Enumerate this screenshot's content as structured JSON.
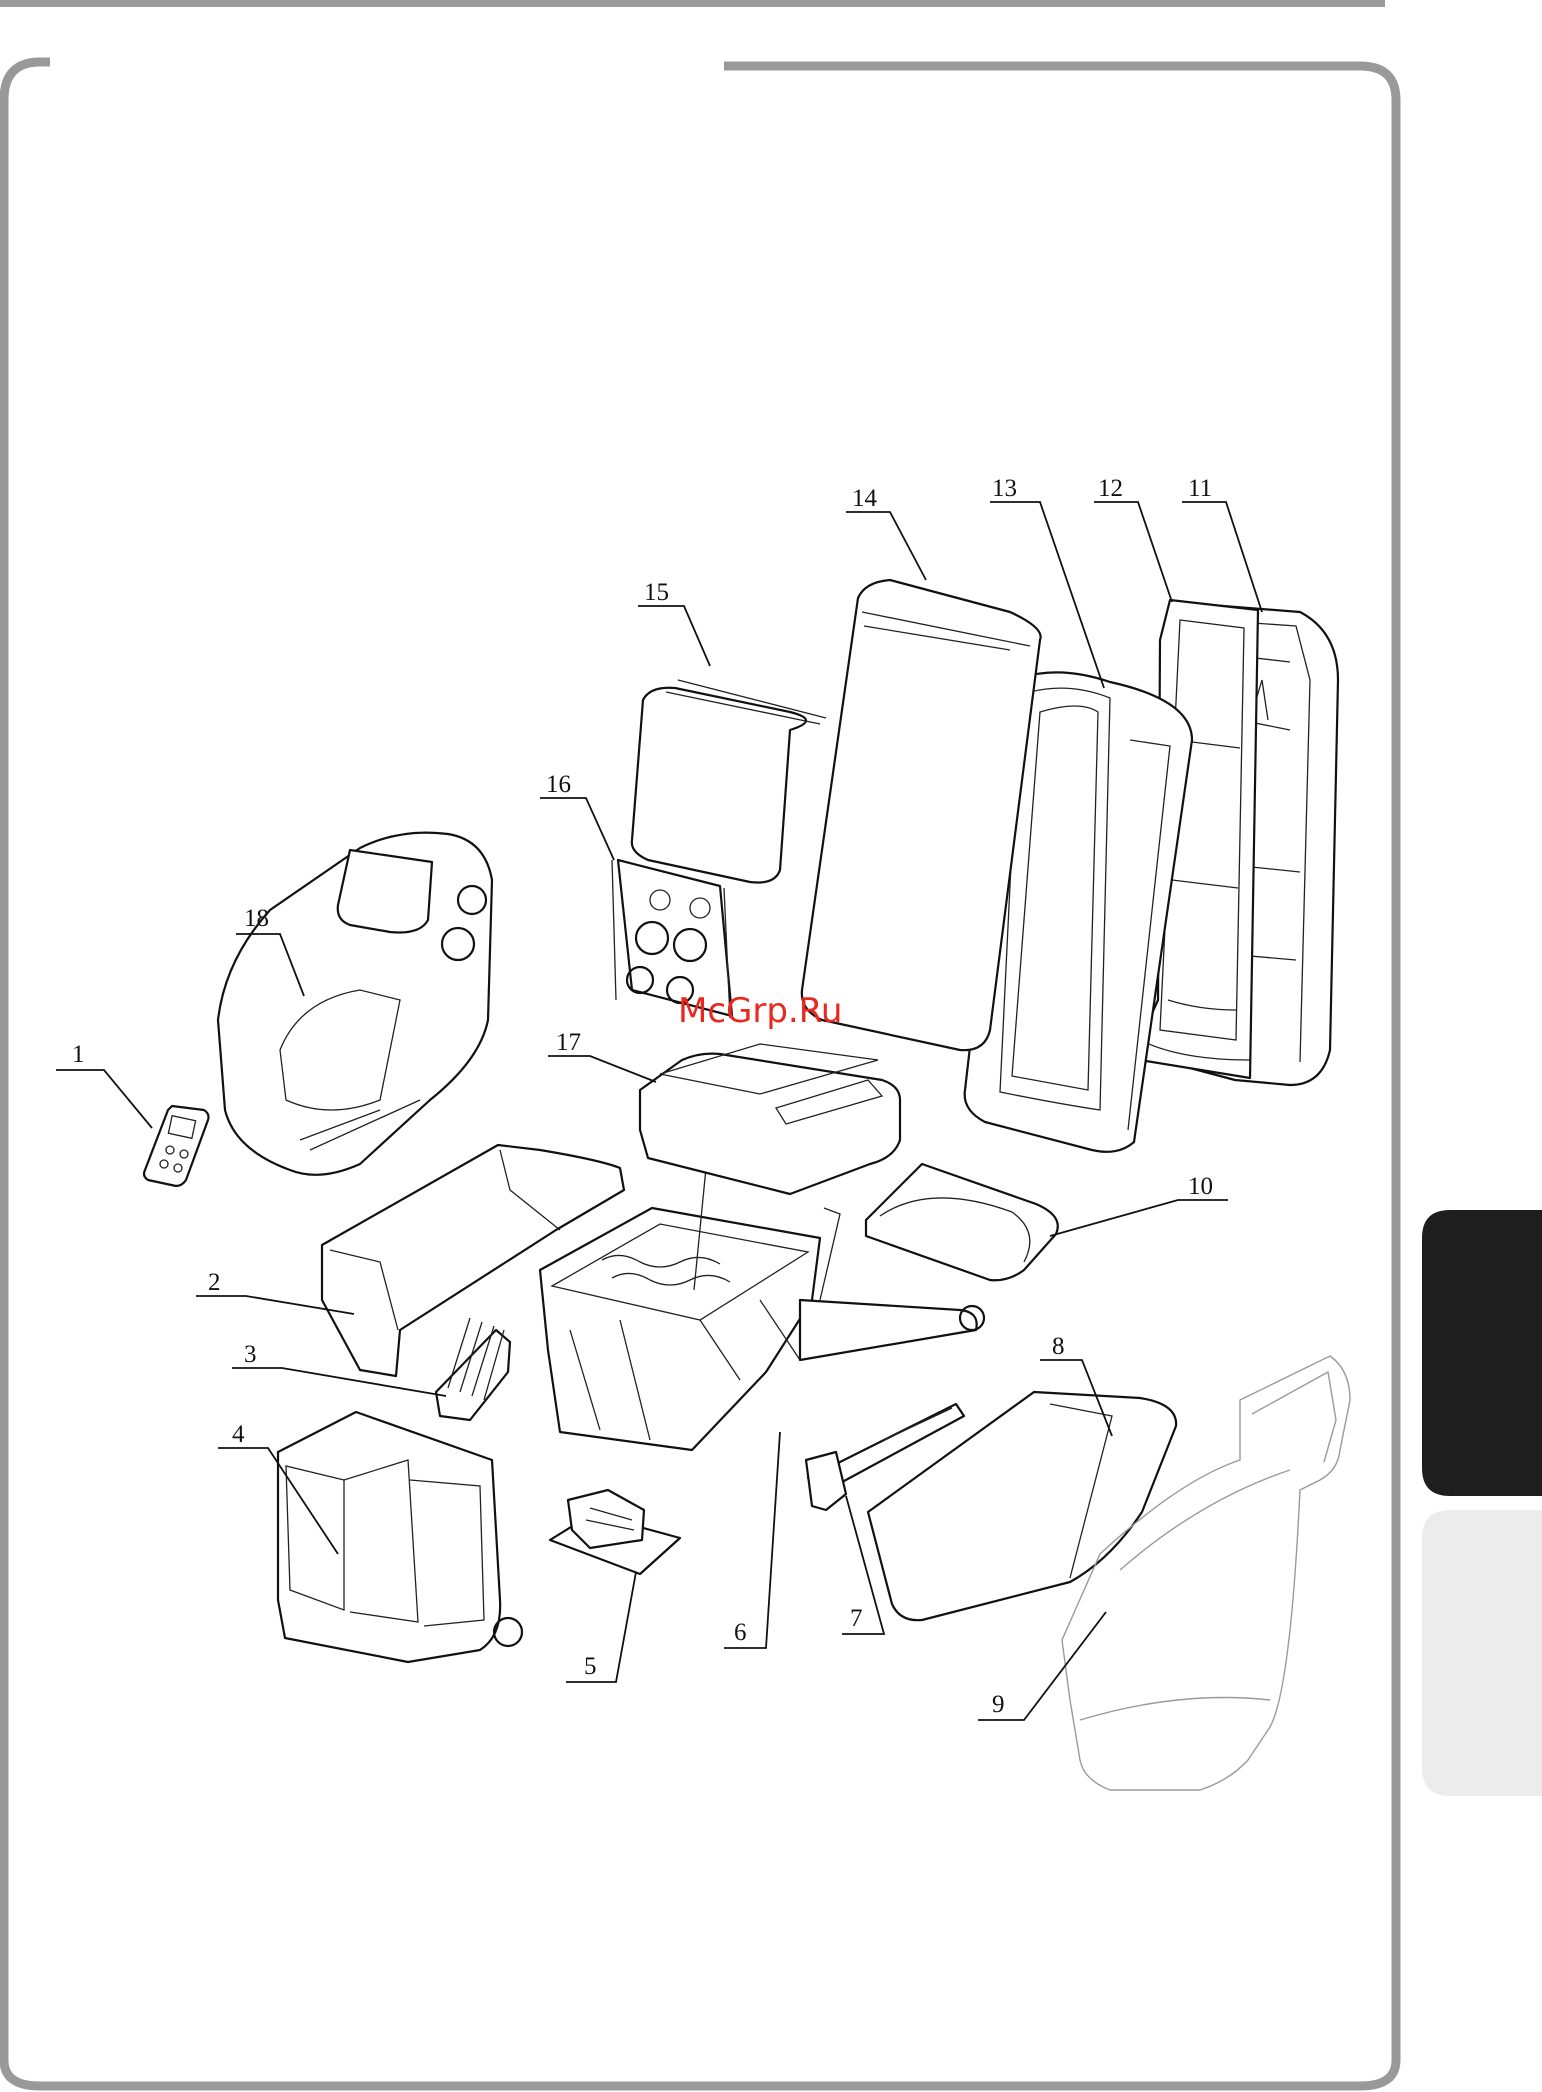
{
  "watermark": "McGrp.Ru",
  "tabs": {
    "active_color": "#1e1e1e",
    "inactive_color": "#ececec"
  },
  "frame_color": "#999999",
  "callouts": [
    {
      "id": "1",
      "label": "1"
    },
    {
      "id": "2",
      "label": "2"
    },
    {
      "id": "3",
      "label": "3"
    },
    {
      "id": "4",
      "label": "4"
    },
    {
      "id": "5",
      "label": "5"
    },
    {
      "id": "6",
      "label": "6"
    },
    {
      "id": "7",
      "label": "7"
    },
    {
      "id": "8",
      "label": "8"
    },
    {
      "id": "9",
      "label": "9"
    },
    {
      "id": "10",
      "label": "10"
    },
    {
      "id": "11",
      "label": "11"
    },
    {
      "id": "12",
      "label": "12"
    },
    {
      "id": "13",
      "label": "13"
    },
    {
      "id": "14",
      "label": "14"
    },
    {
      "id": "15",
      "label": "15"
    },
    {
      "id": "16",
      "label": "16"
    },
    {
      "id": "17",
      "label": "17"
    },
    {
      "id": "18",
      "label": "18"
    }
  ]
}
